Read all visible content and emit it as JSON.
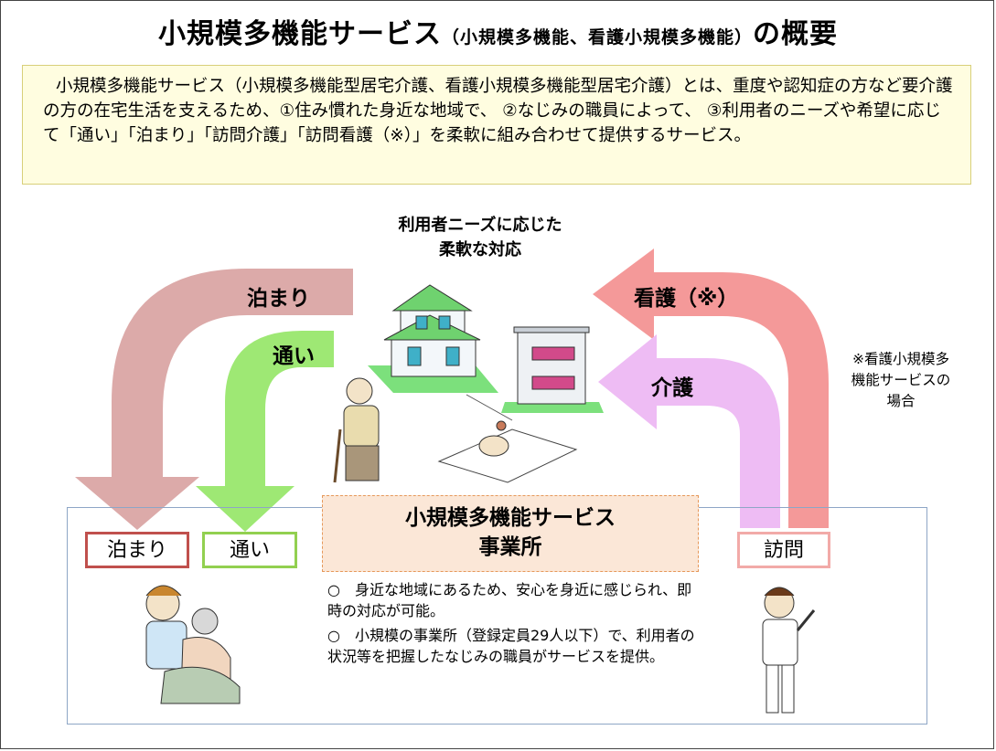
{
  "title": {
    "main": "小規模多機能サービス",
    "sub": "（小規模多機能、看護小規模多機能）",
    "tail": "の概要"
  },
  "intro": "小規模多機能サービス（小規模多機能型居宅介護、看護小規模多機能型居宅介護）とは、重度や認知症の方など要介護の方の在宅生活を支えるため、①住み慣れた身近な地域で、 ②なじみの職員によって、 ③利用者のニーズや希望に応じて「通い」「泊まり」「訪問介護」「訪問看護（※）」を柔軟に組み合わせて提供するサービス。",
  "needs": {
    "line1": "利用者ニーズに応じた",
    "line2": "柔軟な対応"
  },
  "arrows": {
    "stay": "泊まり",
    "visit": "通い",
    "nursing": "看護（※）",
    "care": "介護"
  },
  "note": "※看護小規模多機能サービスの場合",
  "office": {
    "title_line1": "小規模多機能サービス",
    "title_line2": "事業所",
    "labels": {
      "stay": "泊まり",
      "visit": "通い",
      "home": "訪問"
    },
    "points": [
      "○　身近な地域にあるため、安心を身近に感じられ、即時の対応が可能。",
      "○　小規模の事業所（登録定員29人以下）で、利用者の状況等を把握したなじみの職員がサービスを提供。"
    ]
  },
  "colors": {
    "stay_arrow": "#dcaaa9",
    "visit_arrow": "#9ee874",
    "nursing_arrow": "#f49999",
    "care_arrow": "#eebcf4",
    "intro_bg": "#fffde0",
    "center_bg": "#fbe7d7"
  }
}
